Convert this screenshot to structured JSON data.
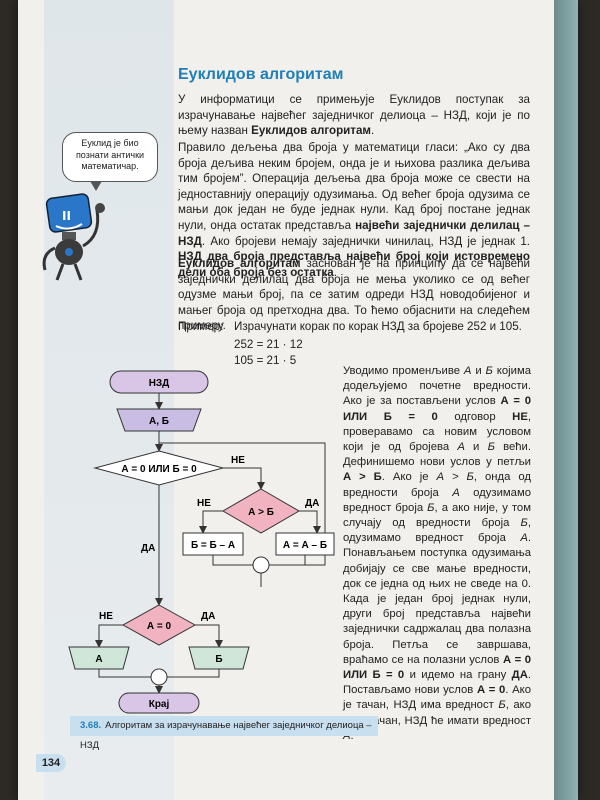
{
  "section": {
    "title": "Еуклидов алгоритам"
  },
  "paragraphs": {
    "p1_a": "У информатици се примењује Еуклидов поступак за израчунавање највећег заједничког делиоца – НЗД, који је по њему назван ",
    "p1_b": "Еуклидов алгоритам",
    "p2_a": "Правило дељења два броја у математици гласи: „Ако су два броја дељива неким бројем, онда је и њихова разлика дељива тим бројем”. Операција дељења два броја може се свести на једноставнију операцију одузимања. Од већег броја одузима се мањи док један не буде једнак нули. Кад број постане једнак нули, онда остатак представља ",
    "p2_b": "највећи заједнички делилац – НЗД",
    "p2_c": ". Ако бројеви немају заједнички чинилац, НЗД је једнак 1. ",
    "p2_d": "НЗД два броја представља највећи број који истовремено дели оба броја без остатка",
    "p3_a": "Еуклидов алгоритам",
    "p3_b": " заснован је на принципу да се највећи заједнички делилац два броја не мења уколико се од већег одузме мањи број, па се затим одреди НЗД новодобијеног и мањег броја од претходна два. То ћемо објаснити на следећем примеру."
  },
  "bubble": {
    "text": "Еуклид је био познати антички математичар."
  },
  "example": {
    "label": "Пример:",
    "text": "Израчунати корак по корак НЗД за бројеве 252 и 105.",
    "eq1": "252 = 21 · 12",
    "eq2": "105 = 21 · 5"
  },
  "right_text": {
    "t1": "Уводимо променљиве ",
    "t2": "А",
    "t3": " и ",
    "t4": "Б",
    "t5": " којима додељујемо почетне вредности. Ако је за постављени услов ",
    "t6": "А = 0 ИЛИ Б = 0",
    "t7": " одговор ",
    "t8": "НЕ",
    "t9": ", проверавамо са новим условом који је од бројева ",
    "t10": "А",
    "t11": " и ",
    "t12": "Б",
    "t13": " већи. Дефинишемо нови услов у петљи ",
    "t14": "А > Б",
    "t15": ". Ако је ",
    "t16": "А > Б",
    "t17": ", онда од вредности броја ",
    "t18": "А",
    "t19": " одузимамо вредност броја ",
    "t20": "Б",
    "t21": ", а ако није, у том случају од вредности броја ",
    "t22": "Б",
    "t23": ", одузимамо вредност броја ",
    "t24": "А",
    "t25": ". Понављањем поступка одузимања добијају се све мање вредности, док се једна од њих не сведе на 0. Када је један број једнак нули, други број представља највећи заједнички садржалац два полазна броја. Петља се завршава, враћамо се на полазни услов ",
    "t26": "А = 0 ИЛИ Б = 0",
    "t27": " и идемо на грану ",
    "t28": "ДА",
    "t29": ". Постављамо нови услов ",
    "t30": "А = 0",
    "t31": ". Ако је тачан, НЗД има вредност ",
    "t32": "Б",
    "t33": ", ако није тачан, НЗД ће имати вредност ",
    "t34": "А",
    "t35": "."
  },
  "flowchart": {
    "start": "НЗД",
    "input": "А, Б",
    "cond1": "А = 0 ИЛИ Б = 0",
    "cond2": "А > Б",
    "sub1": "Б = Б – А",
    "sub2": "А = А – Б",
    "cond3": "А = 0",
    "out_a": "А",
    "out_b": "Б",
    "end": "Крај",
    "yes": "ДА",
    "no": "НЕ"
  },
  "caption": {
    "number": "3.68.",
    "text": "Алгоритам за израчунавање највећег заједничког делиоца – НЗД"
  },
  "page_number": "134",
  "colors": {
    "title": "#1f7fb8",
    "start_fill": "#d9c6e6",
    "input_fill": "#c9bde3",
    "decision_fill": "#f2b3c0",
    "process_fill": "#ffffff",
    "output_fill": "#cfe6d9",
    "caption_bg": "#c8dff0"
  }
}
